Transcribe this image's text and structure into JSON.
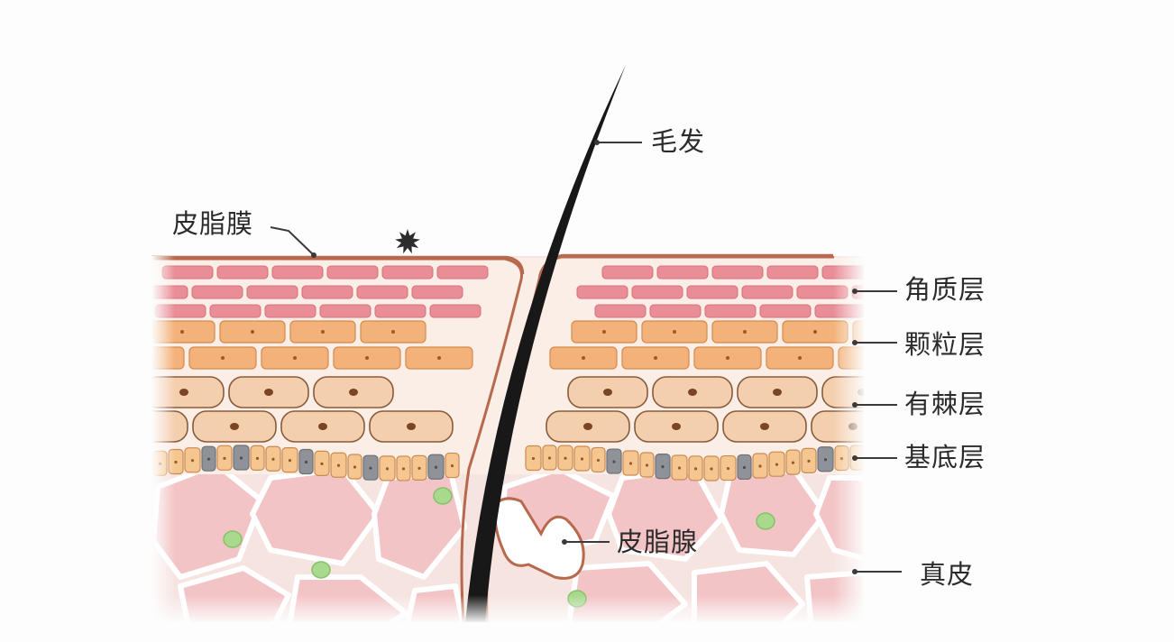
{
  "labels": {
    "hair": "毛发",
    "sebum_film": "皮脂膜",
    "stratum_corneum": "角质层",
    "stratum_granulosum": "颗粒层",
    "stratum_spinosum": "有棘层",
    "stratum_basale": "基底层",
    "sebaceous_gland": "皮脂腺",
    "dermis": "真皮"
  },
  "colors": {
    "sebum_line": "#b8684c",
    "corneum_cell": "#e98d97",
    "granulosum_cell": "#f3b27a",
    "spinosum_cell": "#f4cfae",
    "basale_cell": "#f6c691",
    "melanocyte": "#8f9399",
    "dermis": "#f3c4c6",
    "fibroblast": "#a9d98c",
    "hair": "#181818"
  }
}
